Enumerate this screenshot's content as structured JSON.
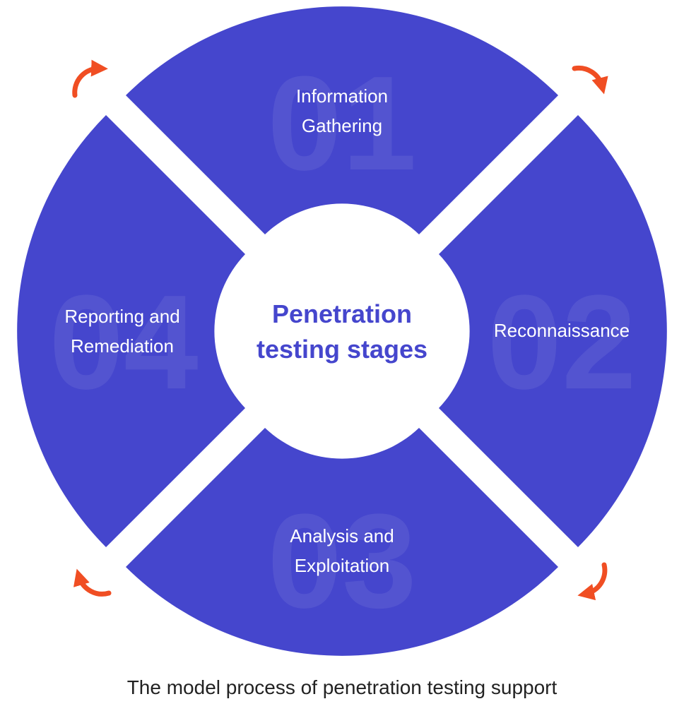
{
  "colors": {
    "segment": "#4546CD",
    "center_text": "#4546CD",
    "arrow": "#F04E23",
    "caption": "#222222"
  },
  "center": {
    "title_line1": "Penetration",
    "title_line2": "testing stages"
  },
  "stages": [
    {
      "number": "01",
      "label_line1": "Information",
      "label_line2": "Gathering"
    },
    {
      "number": "02",
      "label_line1": "Reconnaissance",
      "label_line2": ""
    },
    {
      "number": "03",
      "label_line1": "Analysis and",
      "label_line2": "Exploitation"
    },
    {
      "number": "04",
      "label_line1": "Reporting and",
      "label_line2": "Remediation"
    }
  ],
  "arrows": [
    "curved-arrow-icon",
    "curved-arrow-icon",
    "curved-arrow-icon",
    "curved-arrow-icon"
  ],
  "caption": "The model process of penetration testing support"
}
